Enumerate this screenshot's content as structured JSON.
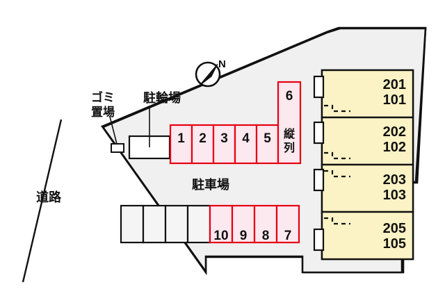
{
  "figure": {
    "kind": "property-site-plan",
    "language": "ja"
  },
  "colors": {
    "lot_fill": "#f0f0f0",
    "lot_stroke": "#111111",
    "building_fill": "#fbf3c5",
    "building_stroke": "#111111",
    "stall_pink_fill": "#fce8ef",
    "stall_pink_stroke": "#e60012",
    "stall_plain_fill": "#f5f5f5",
    "stall_plain_stroke": "#111111",
    "page_bg": "#ffffff",
    "text": "#111111"
  },
  "labels": {
    "road": "道路",
    "parking_lot": "駐車場",
    "bicycle_parking": "駐輪場",
    "garbage_area": "ゴミ\n置場",
    "garbage_area_line1": "ゴミ",
    "garbage_area_line2": "置場",
    "tandem_line1": "縦",
    "tandem_line2": "列",
    "compass": "N"
  },
  "building": {
    "units": [
      {
        "upper": "201",
        "lower": "101"
      },
      {
        "upper": "202",
        "lower": "102"
      },
      {
        "upper": "203",
        "lower": "103"
      },
      {
        "upper": "205",
        "lower": "105"
      }
    ]
  },
  "parking": {
    "top_row": [
      {
        "number": "1",
        "highlighted": true
      },
      {
        "number": "2",
        "highlighted": true
      },
      {
        "number": "3",
        "highlighted": true
      },
      {
        "number": "4",
        "highlighted": true
      },
      {
        "number": "5",
        "highlighted": true
      }
    ],
    "tandem_column": {
      "number": "6",
      "note_line1": "縦",
      "note_line2": "列",
      "highlighted": true
    },
    "bottom_row_plain": [
      {
        "number": "",
        "highlighted": false
      },
      {
        "number": "",
        "highlighted": false
      },
      {
        "number": "",
        "highlighted": false
      },
      {
        "number": "",
        "highlighted": false
      }
    ],
    "bottom_row_numbered": [
      {
        "number": "10",
        "highlighted": true
      },
      {
        "number": "9",
        "highlighted": true
      },
      {
        "number": "8",
        "highlighted": true
      },
      {
        "number": "7",
        "highlighted": true
      }
    ]
  }
}
